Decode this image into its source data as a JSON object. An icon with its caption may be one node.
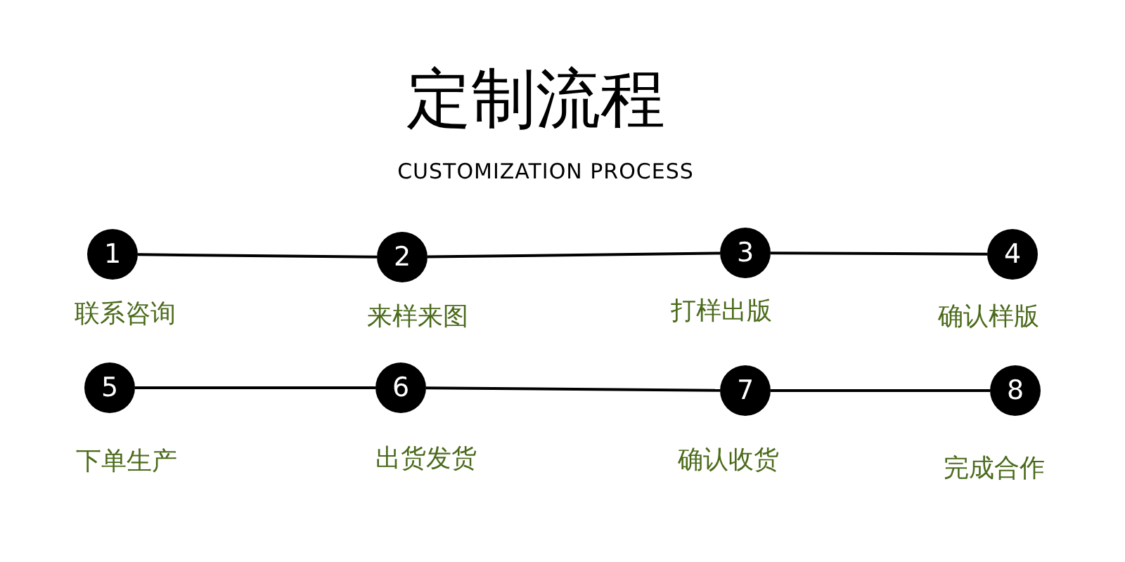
{
  "diagram": {
    "title": "定制流程",
    "caption": "CUSTOMIZATION PROCESS",
    "nodes": [
      {
        "text": [
          "1"
        ],
        "beside": [
          "联系咨询"
        ]
      },
      {
        "text": [
          "2"
        ],
        "beside": [
          "来样来图"
        ]
      },
      {
        "text": [
          "3"
        ],
        "beside": [
          "打样出版"
        ]
      },
      {
        "text": [
          "4"
        ],
        "beside": [
          "确认样版"
        ]
      },
      {
        "text": [
          "5"
        ],
        "beside": [
          "下单生产"
        ]
      },
      {
        "text": [
          "6"
        ],
        "beside": [
          "出货发货"
        ]
      },
      {
        "text": [
          "7"
        ],
        "beside": [
          "确认收货"
        ]
      },
      {
        "text": [
          "8"
        ],
        "beside": [
          "完成合作"
        ]
      }
    ],
    "edges": [
      {
        "from": 0,
        "to": 1,
        "arrow": "none"
      },
      {
        "from": 1,
        "to": 2,
        "arrow": "none"
      },
      {
        "from": 2,
        "to": 3,
        "arrow": "none"
      },
      {
        "from": 4,
        "to": 5,
        "arrow": "none"
      },
      {
        "from": 5,
        "to": 6,
        "arrow": "none"
      },
      {
        "from": 6,
        "to": 7,
        "arrow": "none"
      }
    ]
  }
}
